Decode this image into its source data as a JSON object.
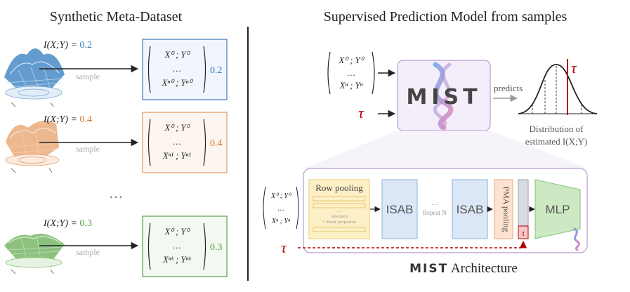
{
  "left_title": "Synthetic Meta-Dataset",
  "right_title": "Supervised Prediction Model from samples",
  "sample_label": "sample",
  "ellipsis": "…",
  "mi_label": "I(X;Y) = ",
  "datasets": [
    {
      "mi_value": "0.2",
      "color": "#2f7fc1",
      "box_border": "#3f78b8",
      "box_fill": "#f1f6fc",
      "row0": "X⁰ ; Y⁰",
      "dots": "…",
      "rown": "Xⁿ⁰ ; Yⁿ⁰",
      "out_value": "0.2"
    },
    {
      "mi_value": "0.4",
      "color": "#d9762a",
      "box_border": "#e09a66",
      "box_fill": "#fdf6f0",
      "row0": "X⁰ ; Y⁰",
      "dots": "…",
      "rown": "Xⁿ¹ ; Yⁿ¹",
      "out_value": "0.4"
    },
    {
      "mi_value": "0.3",
      "color": "#4a9a3a",
      "box_border": "#5d9d4e",
      "box_fill": "#f3f9f1",
      "row0": "X⁰ ; Y⁰",
      "dots": "…",
      "rown": "Xⁿᵏ ; Yⁿᵏ",
      "out_value": "0.3"
    }
  ],
  "input_matrix": {
    "row0": "X⁰ ; Y⁰",
    "dots": "…",
    "rown": "Xⁿ ; Yⁿ"
  },
  "tau": "τ",
  "model_logo": "MIST",
  "predicts_label": "predicts",
  "distribution_caption_line1": "Distribution of",
  "distribution_caption_line2": "estimated I(X;Y)",
  "architecture": {
    "row_pooling": "Row pooling",
    "row_pooling_note_dots": "…",
    "row_pooling_note1": "Attention",
    "row_pooling_note2": "+ linear projection",
    "isab1": "ISAB",
    "repeat_dots": "…",
    "repeat": "Repeat N",
    "isab2": "ISAB",
    "pma": "PMA pooling",
    "tau_cell": "τ",
    "mlp": "MLP",
    "caption_logo": "MIST",
    "caption_rest": " Architecture"
  },
  "colors": {
    "tau": "#b00000",
    "mist_panel": "#f4eefa",
    "mist_border": "#b89bd0",
    "isab": "#dbe7f6",
    "row_pool": "#fdf0c6",
    "pma": "#fde3cf",
    "mlp": "#cde9c4"
  }
}
